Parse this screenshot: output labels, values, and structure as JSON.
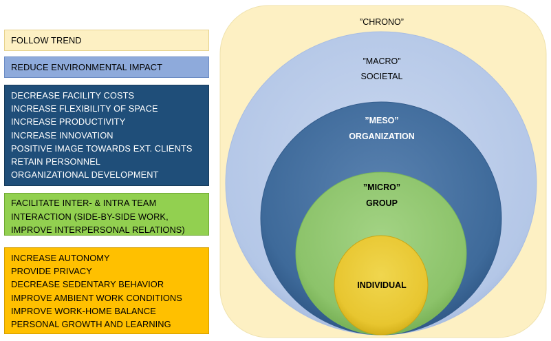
{
  "boxes": {
    "trend": [
      "FOLLOW TREND"
    ],
    "environment": [
      "REDUCE ENVIRONMENTAL IMPACT"
    ],
    "organization": [
      "DECREASE FACILITY COSTS",
      "INCREASE FLEXIBILITY OF SPACE",
      "INCREASE PRODUCTIVITY",
      "INCREASE INNOVATION",
      "POSITIVE IMAGE TOWARDS EXT. CLIENTS",
      "RETAIN PERSONNEL",
      "ORGANIZATIONAL DEVELOPMENT"
    ],
    "team": [
      "FACILITATE INTER- & INTRA TEAM",
      "INTERACTION (SIDE-BY-SIDE WORK,",
      "IMPROVE INTERPERSONAL RELATIONS)"
    ],
    "individual": [
      "INCREASE AUTONOMY",
      "PROVIDE PRIVACY",
      "DECREASE SEDENTARY BEHAVIOR",
      "IMPROVE AMBIENT  WORK CONDITIONS",
      "IMPROVE WORK-HOME BALANCE",
      "PERSONAL GROWTH AND LEARNING"
    ]
  },
  "levels": {
    "chrono": "”CHRONO”",
    "macro": "”MACRO”",
    "macro_sub": "SOCIETAL",
    "meso": "”MESO”",
    "meso_sub": "ORGANIZATION",
    "micro": "”MICRO”",
    "micro_sub": "GROUP",
    "individual": "INDIVIDUAL"
  },
  "colors": {
    "chrono_fill": "#fdf0c3",
    "macro_fill": "#b4c7e7",
    "meso_fill": "#3e6a9a",
    "micro_fill": "#8cc36a",
    "individual_fill": "#e8c630"
  }
}
